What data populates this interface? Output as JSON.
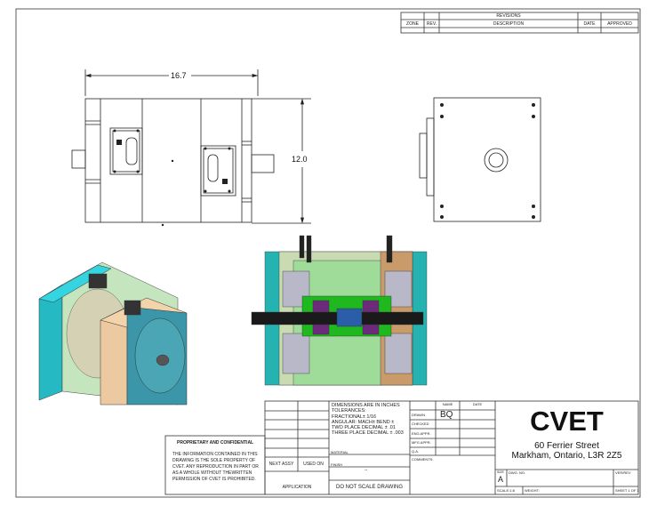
{
  "revisions": {
    "title": "REVISIONS",
    "columns": [
      "ZONE",
      "REV.",
      "DESCRIPTION",
      "DATE",
      "APPROVED"
    ]
  },
  "dimensions": {
    "width": "16.7",
    "height": "12.0"
  },
  "proprietary": {
    "title": "PROPRIETARY AND CONFIDENTIAL",
    "body_lines": [
      "THE INFORMATION CONTAINED IN THIS",
      "DRAWING IS THE SOLE PROPERTY OF",
      "CVET.  ANY REPRODUCTION IN PART OR",
      "AS A WHOLE WITHOUT THEWRITTEN",
      "PERMISSION OF CVET IS PROHIBITED."
    ]
  },
  "title_block": {
    "tolerances": [
      "DIMENSIONS ARE IN INCHES",
      "TOLERANCES:",
      "FRACTIONAL± 1/16",
      "ANGULAR: MACH±    BEND ±",
      "TWO PLACE DECIMAL    ± .01",
      "THREE PLACE DECIMAL  ± .003"
    ],
    "material_label": "MATERIAL",
    "finish_label": "FINISH",
    "finish_value": "--",
    "next_assy": "NEXT ASSY",
    "used_on": "USED ON",
    "application": "APPLICATION",
    "do_not_scale": "DO NOT SCALE DRAWING",
    "name_header": "NAME",
    "date_header": "DATE",
    "roles": [
      "DRAWN",
      "CHECKED",
      "ENG APPR.",
      "MFG APPR.",
      "Q.A."
    ],
    "drawn_name": "BQ",
    "comments_label": "COMMENTS:",
    "company": "CVET",
    "address_line1": "60 Ferrier Street",
    "address_line2": "Markham, Ontario, L3R 2Z5",
    "size_label": "SIZE",
    "size_value": "A",
    "dwg_no_label": "DWG.  NO.",
    "ver_rev_label": "VER/REV",
    "scale_label": "SCALE:1:8",
    "weight_label": "WEIGHT:",
    "sheet_label": "SHEET 1 OF 1"
  }
}
